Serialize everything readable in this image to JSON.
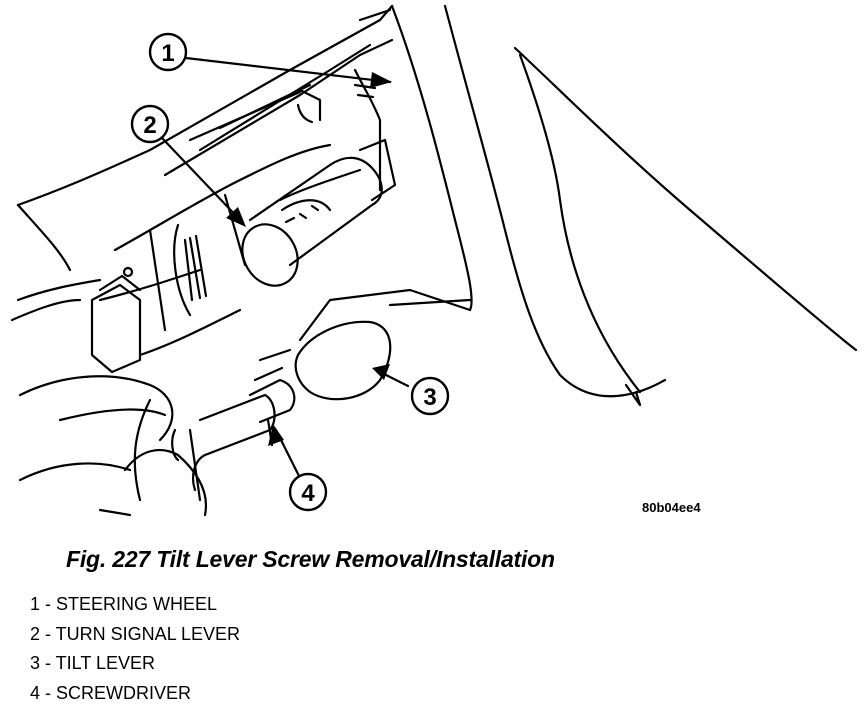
{
  "figure": {
    "caption": "Fig. 227 Tilt Lever Screw Removal/Installation",
    "reference_code": "80b04ee4"
  },
  "callouts": [
    {
      "number": "1"
    },
    {
      "number": "2"
    },
    {
      "number": "3"
    },
    {
      "number": "4"
    }
  ],
  "legend": [
    {
      "text": "1 - STEERING WHEEL"
    },
    {
      "text": "2 - TURN SIGNAL LEVER"
    },
    {
      "text": "3 - TILT LEVER"
    },
    {
      "text": "4 - SCREWDRIVER"
    }
  ],
  "colors": {
    "ink": "#000000",
    "paper": "#ffffff"
  }
}
